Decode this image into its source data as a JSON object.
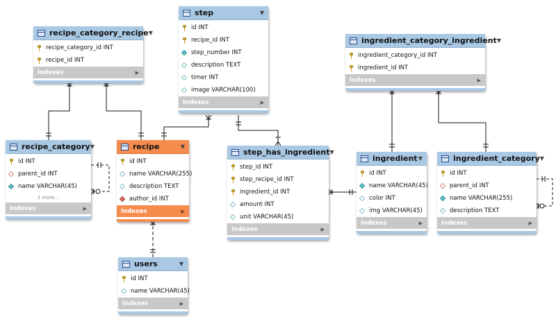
{
  "diagram": {
    "colors": {
      "header": "#a9c8e4",
      "selected_header": "#f58c4e",
      "footer": "#c8c8c8"
    },
    "entities": [
      {
        "id": "recipe_category_recipe",
        "name": "recipe_category_recipe",
        "selected": false,
        "columns": [
          {
            "icon": "primary-key-icon",
            "label": "recipe_category_id INT"
          },
          {
            "icon": "primary-key-icon",
            "label": "recipe_id INT"
          }
        ],
        "more": "",
        "footer": "Indexes"
      },
      {
        "id": "step",
        "name": "step",
        "selected": false,
        "columns": [
          {
            "icon": "primary-key-icon",
            "label": "id INT"
          },
          {
            "icon": "primary-key-icon",
            "label": "recipe_id INT"
          },
          {
            "icon": "not-null-column-icon",
            "label": "step_number INT"
          },
          {
            "icon": "nullable-column-icon",
            "label": "description TEXT"
          },
          {
            "icon": "nullable-column-icon",
            "label": "timer INT"
          },
          {
            "icon": "nullable-column-icon",
            "label": "image VARCHAR(100)"
          }
        ],
        "more": "",
        "footer": "Indexes"
      },
      {
        "id": "ingredient_category_ingredient",
        "name": "ingredient_category_ingredient",
        "selected": false,
        "columns": [
          {
            "icon": "primary-key-icon",
            "label": "ingredient_category_id INT"
          },
          {
            "icon": "primary-key-icon",
            "label": "ingredient_id INT"
          }
        ],
        "more": "",
        "footer": "Indexes"
      },
      {
        "id": "recipe_category",
        "name": "recipe_category",
        "selected": false,
        "columns": [
          {
            "icon": "primary-key-icon",
            "label": "id INT"
          },
          {
            "icon": "foreign-key-nullable-icon",
            "label": "parent_id INT"
          },
          {
            "icon": "not-null-column-icon",
            "label": "name VARCHAR(45)"
          }
        ],
        "more": "1 more...",
        "footer": "Indexes"
      },
      {
        "id": "recipe",
        "name": "recipe",
        "selected": true,
        "columns": [
          {
            "icon": "primary-key-icon",
            "label": "id INT"
          },
          {
            "icon": "nullable-column-icon",
            "label": "name VARCHAR(255)"
          },
          {
            "icon": "nullable-column-icon",
            "label": "description TEXT"
          },
          {
            "icon": "foreign-key-icon",
            "label": "author_id INT"
          }
        ],
        "more": "",
        "footer": "Indexes"
      },
      {
        "id": "step_has_ingredient",
        "name": "step_has_ingredient",
        "selected": false,
        "columns": [
          {
            "icon": "primary-key-icon",
            "label": "step_id INT"
          },
          {
            "icon": "primary-key-icon",
            "label": "step_recipe_id INT"
          },
          {
            "icon": "primary-key-icon",
            "label": "ingredient_id INT"
          },
          {
            "icon": "nullable-column-icon",
            "label": "amount INT"
          },
          {
            "icon": "nullable-column-icon",
            "label": "unit VARCHAR(45)"
          }
        ],
        "more": "",
        "footer": "Indexes"
      },
      {
        "id": "ingredient",
        "name": "ingredient",
        "selected": false,
        "columns": [
          {
            "icon": "primary-key-icon",
            "label": "id INT"
          },
          {
            "icon": "not-null-column-icon",
            "label": "name VARCHAR(45)"
          },
          {
            "icon": "nullable-column-icon",
            "label": "color INT"
          },
          {
            "icon": "nullable-column-icon",
            "label": "img VARCHAR(45)"
          }
        ],
        "more": "",
        "footer": "Indexes"
      },
      {
        "id": "ingredient_category",
        "name": "ingredient_category",
        "selected": false,
        "columns": [
          {
            "icon": "primary-key-icon",
            "label": "id INT"
          },
          {
            "icon": "foreign-key-nullable-icon",
            "label": "parent_id INT"
          },
          {
            "icon": "not-null-column-icon",
            "label": "name VARCHAR(255)"
          },
          {
            "icon": "nullable-column-icon",
            "label": "description TEXT"
          }
        ],
        "more": "",
        "footer": "Indexes"
      },
      {
        "id": "users",
        "name": "users",
        "selected": false,
        "columns": [
          {
            "icon": "primary-key-icon",
            "label": "id INT"
          },
          {
            "icon": "nullable-column-icon",
            "label": "name VARCHAR(45)"
          }
        ],
        "more": "",
        "footer": "Indexes"
      }
    ],
    "relationships": [
      {
        "from": "recipe_category_recipe",
        "to": "recipe_category"
      },
      {
        "from": "recipe_category_recipe",
        "to": "recipe"
      },
      {
        "from": "step",
        "to": "recipe"
      },
      {
        "from": "step",
        "to": "step_has_ingredient"
      },
      {
        "from": "step_has_ingredient",
        "to": "ingredient"
      },
      {
        "from": "ingredient_category_ingredient",
        "to": "ingredient"
      },
      {
        "from": "ingredient_category_ingredient",
        "to": "ingredient_category"
      },
      {
        "from": "recipe",
        "to": "users"
      },
      {
        "from": "recipe_category",
        "to": "recipe_category",
        "self": true
      },
      {
        "from": "ingredient_category",
        "to": "ingredient_category",
        "self": true
      }
    ]
  }
}
